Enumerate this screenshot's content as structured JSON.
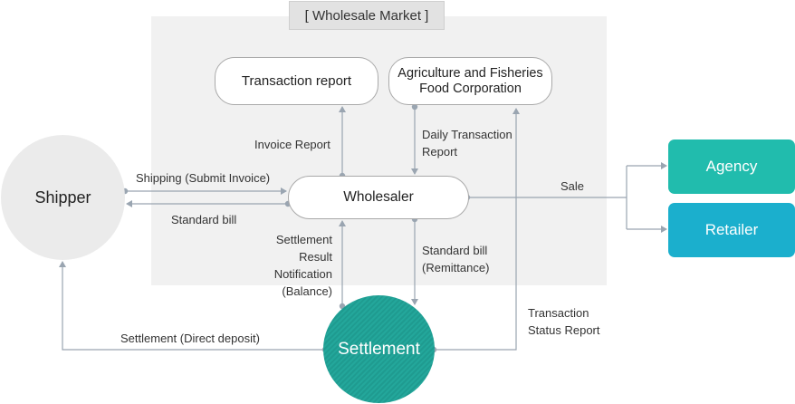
{
  "colors": {
    "market_bg": "#f1f1f1",
    "settlement": "#23a79b",
    "agency": "#21bcad",
    "retailer": "#1bafcd",
    "connector": "#9aa5b1"
  },
  "market": {
    "title": "[ Wholesale Market ]"
  },
  "nodes": {
    "transaction_report": "Transaction report",
    "corporation": {
      "line1": "Agriculture and Fisheries",
      "line2": "Food Corporation"
    },
    "wholesaler": "Wholesaler",
    "shipper": "Shipper",
    "settlement": "Settlement",
    "agency": "Agency",
    "retailer": "Retailer"
  },
  "labels": {
    "invoice_report": "Invoice Report",
    "daily_report": {
      "line1": "Daily Transaction",
      "line2": "Report"
    },
    "shipping": "Shipping (Submit Invoice)",
    "standard_bill": "Standard bill",
    "sale": "Sale",
    "settlement_result": {
      "line1": "Settlement",
      "line2": "Result",
      "line3": "Notification",
      "line4": "(Balance)"
    },
    "standard_bill_remittance": {
      "line1": "Standard bill",
      "line2": "(Remittance)"
    },
    "direct_deposit": "Settlement (Direct deposit)",
    "status_report": {
      "line1": "Transaction",
      "line2": "Status Report"
    }
  }
}
